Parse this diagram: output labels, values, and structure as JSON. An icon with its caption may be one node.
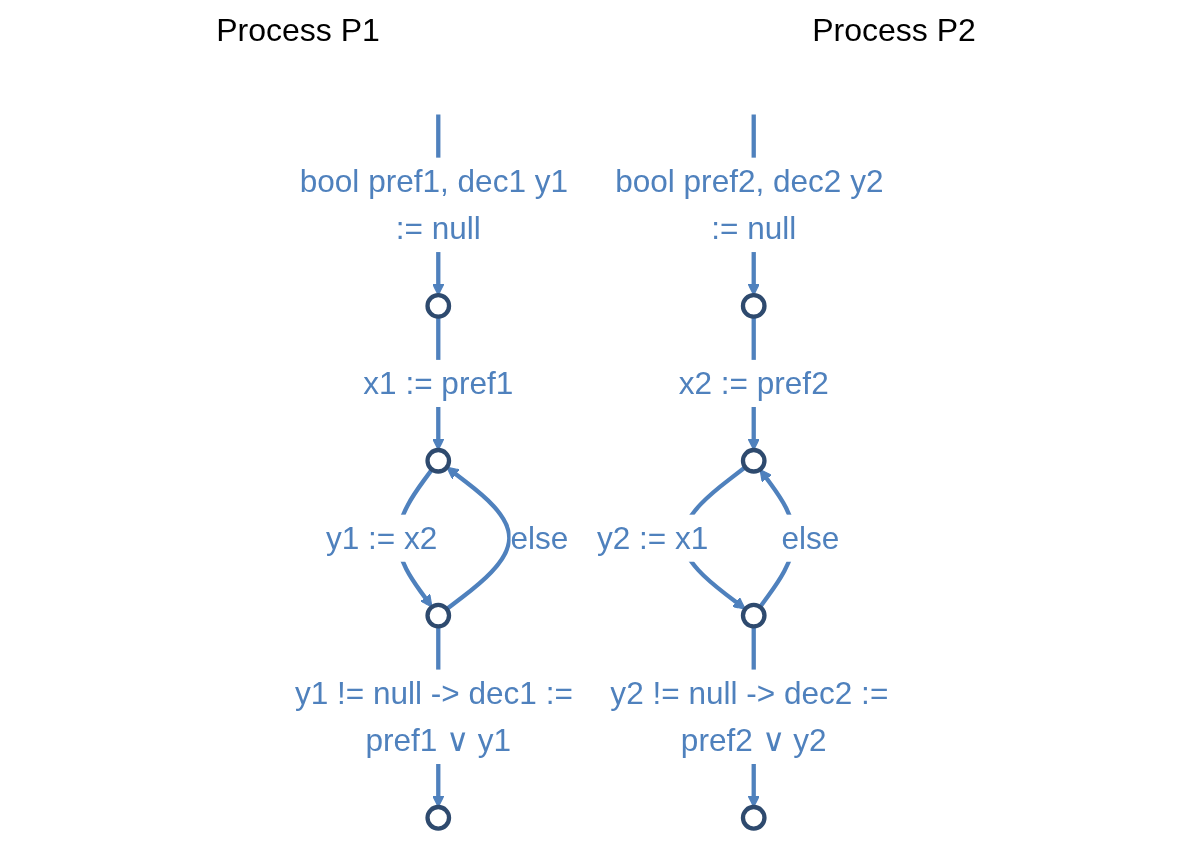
{
  "diagram": {
    "nodes": [
      {
        "text": [],
        "shape": "circle"
      },
      {
        "text": [],
        "shape": "circle"
      },
      {
        "text": [],
        "shape": "circle"
      },
      {
        "text": [],
        "shape": "circle"
      },
      {
        "text": [],
        "shape": "circle"
      },
      {
        "text": [],
        "shape": "circle"
      },
      {
        "text": [],
        "shape": "circle"
      },
      {
        "text": [],
        "shape": "circle"
      }
    ],
    "edges": [
      {
        "from": null,
        "to": 0,
        "arrow": "to",
        "label": "bool pref1, dec1 y1 := null"
      },
      {
        "from": 0,
        "to": 1,
        "arrow": "to",
        "label": "x1 := pref1"
      },
      {
        "from": 1,
        "to": 2,
        "arrow": "to",
        "label": "y1 := x2"
      },
      {
        "from": 2,
        "to": 3,
        "arrow": "to",
        "label": "y1 != null -> dec1 := pref1 ∨ y1"
      },
      {
        "from": 2,
        "to": 1,
        "arrow": "to",
        "label": "else"
      },
      {
        "from": null,
        "to": 4,
        "arrow": "to",
        "label": "bool pref2, dec2 y2 := null"
      },
      {
        "from": 4,
        "to": 5,
        "arrow": "to",
        "label": "x2 := pref2"
      },
      {
        "from": 5,
        "to": 6,
        "arrow": "to",
        "label": "y2 := x1"
      },
      {
        "from": 6,
        "to": 7,
        "arrow": "to",
        "label": "y2 != null -> dec2 := pref2 ∨ y2"
      },
      {
        "from": 6,
        "to": 5,
        "arrow": "to",
        "label": "else"
      }
    ],
    "labels": [
      "Process P1",
      "Process P2"
    ]
  }
}
